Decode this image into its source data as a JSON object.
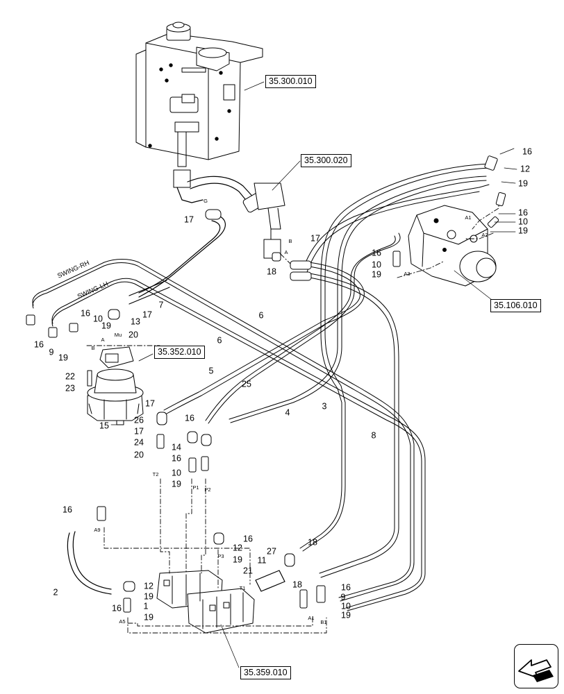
{
  "refs": {
    "r1": "35.300.010",
    "r2": "35.300.020",
    "r3": "35.106.010",
    "r4": "35.352.010",
    "r5": "35.359.010"
  },
  "callouts": {
    "c1": "16",
    "c2": "12",
    "c3": "19",
    "c4": "16",
    "c5": "10",
    "c6": "19",
    "c7": "17",
    "c8": "17",
    "c9": "18",
    "c10": "16",
    "c11": "10",
    "c12": "19",
    "c13": "7",
    "c14": "17",
    "c15": "13",
    "c16": "16",
    "c17": "10",
    "c18": "19",
    "c19": "16",
    "c20": "9",
    "c21": "19",
    "c22": "20",
    "c23": "6",
    "c24": "6",
    "c25": "22",
    "c26": "23",
    "c27": "15",
    "c28": "5",
    "c29": "25",
    "c30": "4",
    "c31": "3",
    "c32": "8",
    "c33": "17",
    "c34": "26",
    "c35": "17",
    "c36": "24",
    "c37": "20",
    "c38": "16",
    "c39": "14",
    "c40": "16",
    "c41": "10",
    "c42": "19",
    "c43": "16",
    "c44": "2",
    "c45": "12",
    "c46": "19",
    "c47": "1",
    "c48": "16",
    "c49": "19",
    "c50": "16",
    "c51": "12",
    "c52": "19",
    "c53": "18",
    "c54": "27",
    "c55": "11",
    "c56": "21",
    "c57": "18",
    "c58": "16",
    "c59": "9",
    "c60": "10",
    "c61": "19"
  },
  "ports": {
    "p1": "G",
    "p2": "B",
    "p3": "A",
    "p4": "A1",
    "p5": "A2",
    "p6": "A3",
    "p7": "Mu",
    "p8": "B",
    "p9": "A",
    "p10": "T2",
    "p11": "P1",
    "p12": "P2",
    "p13": "A9",
    "p14": "P3",
    "p15": "T1",
    "p16": "A5",
    "p17": "A1",
    "p18": "B1"
  },
  "hoses": {
    "h1": "SWING-RH",
    "h2": "SWING-LH"
  },
  "colors": {
    "line": "#000000",
    "background": "#ffffff"
  },
  "icons": {
    "nav": "next-page-arrow-icon"
  }
}
